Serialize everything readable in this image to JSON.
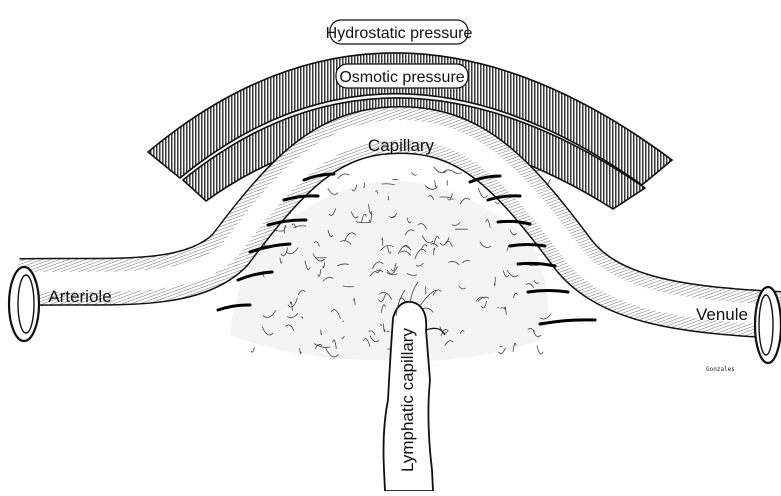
{
  "bands": {
    "hydrostatic_label": "Hydrostatic pressure",
    "osmotic_label": "Osmotic pressure"
  },
  "vessels": {
    "capillary_label": "Capillary",
    "arteriole_label": "Arteriole",
    "venule_label": "Venule",
    "lymphatic_label": "Lymphatic capillary"
  },
  "artist_signature": "Gonzales"
}
